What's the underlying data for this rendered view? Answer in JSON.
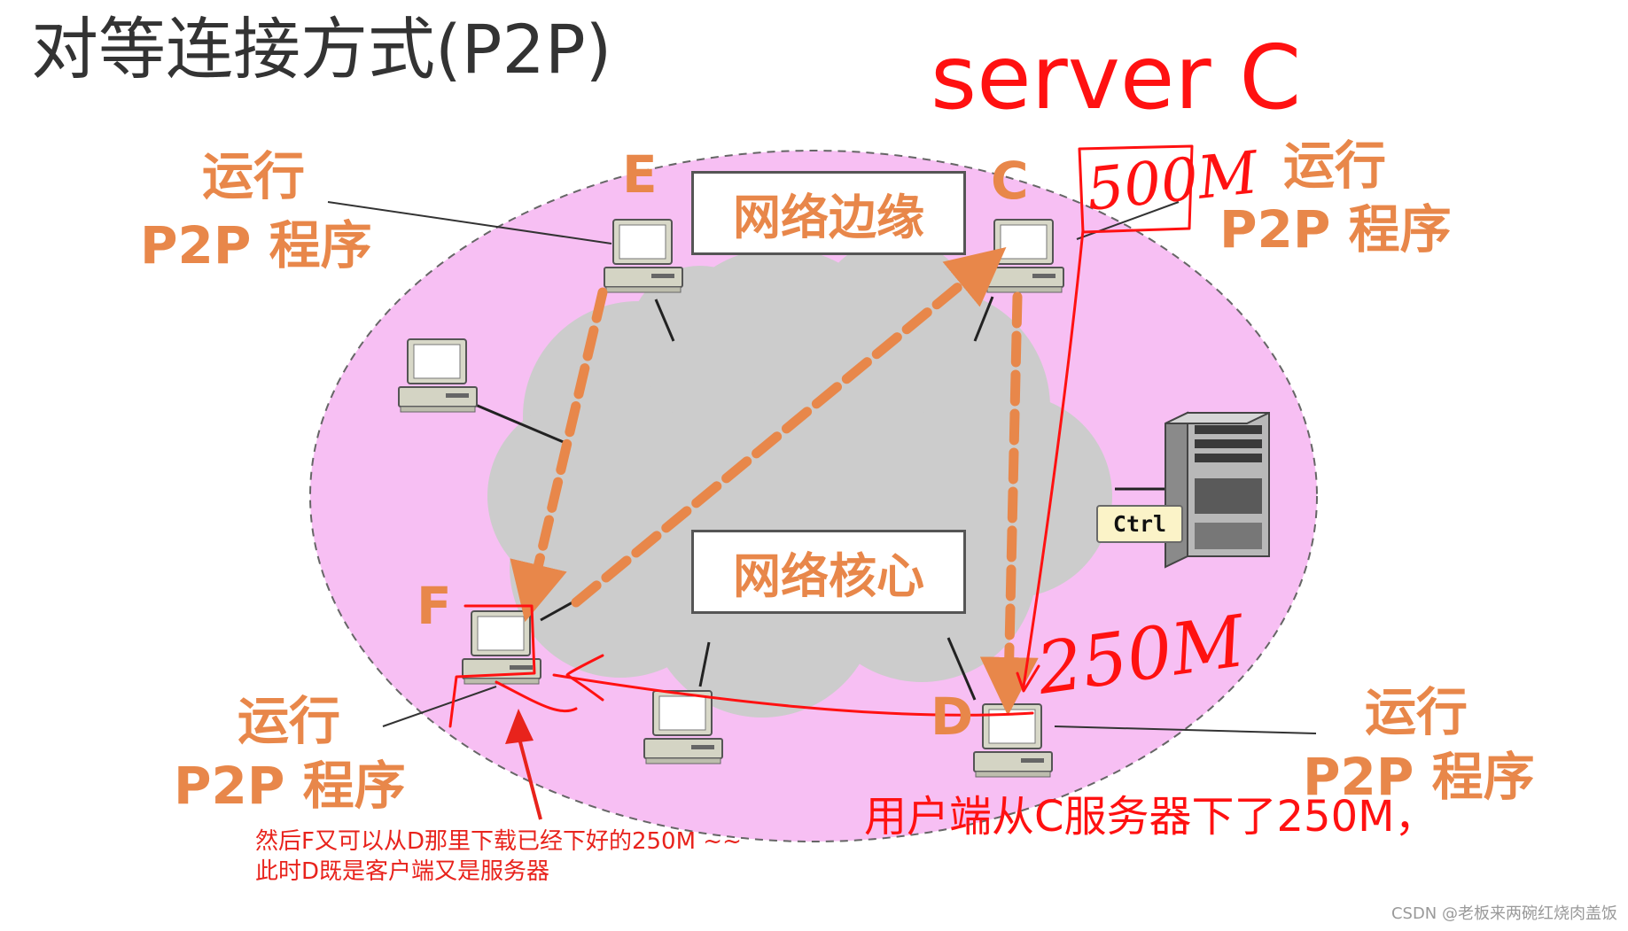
{
  "title": "对等连接方式(P2P)",
  "server_note": "server C",
  "nodes": {
    "e": "E",
    "c": "C",
    "f": "F",
    "d": "D"
  },
  "run_label": {
    "line1": "运行",
    "line2": "P2P 程序"
  },
  "regions": {
    "edge": "网络边缘",
    "core": "网络核心"
  },
  "ctrl_key": "Ctrl",
  "handwritten": {
    "c_size": "500M",
    "d_size": "250M"
  },
  "notes": {
    "d_download": "用户端从C服务器下了250M，",
    "f_line1": "然后F又可以从D那里下载已经下好的250M ~~",
    "f_line2": "此时D既是客户端又是服务器"
  },
  "watermark": "CSDN @老板来两碗红烧肉盖饭",
  "colors": {
    "edge_fill": "#f7bff3",
    "cloud": "#cccccc",
    "orange": "#e8874a",
    "red": "#ff1111"
  }
}
